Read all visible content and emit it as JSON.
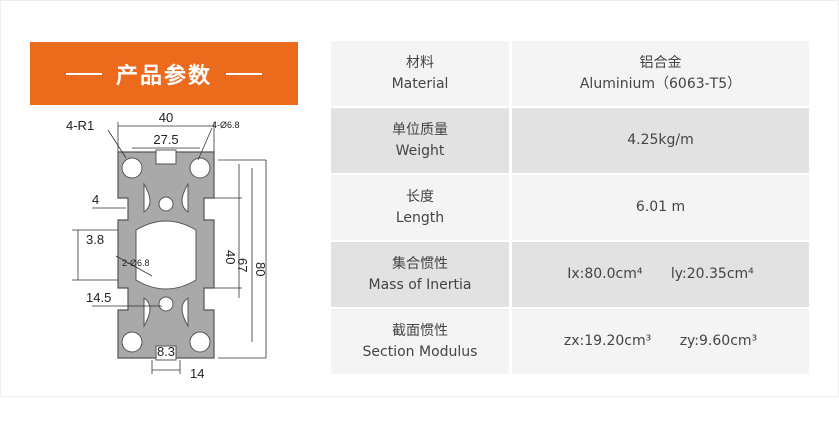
{
  "banner": {
    "title": "产品参数"
  },
  "drawing": {
    "labels": {
      "corner": "4-R1",
      "width_overall": "40",
      "width_inner": "27.5",
      "hole_top": "4-Ø6.8",
      "slot": "4",
      "left_offset": "3.8",
      "hole_mid": "2-Ø6.8",
      "bottom_offset": "14.5",
      "bottom_gap": "8.3",
      "bottom_width": "14",
      "height_inner": "40",
      "height_mid": "67",
      "height_overall": "80"
    }
  },
  "specs": [
    {
      "name_cn": "材料",
      "name_en": "Material",
      "value": "铝合金",
      "value2": "Aluminium（6063-T5）"
    },
    {
      "name_cn": "单位质量",
      "name_en": "Weight",
      "value": "4.25kg/m"
    },
    {
      "name_cn": "长度",
      "name_en": "Length",
      "value": "6.01 m"
    },
    {
      "name_cn": "集合惯性",
      "name_en": "Mass of Inertia",
      "value_a": "Ix:80.0cm⁴",
      "value_b": "ly:20.35cm⁴"
    },
    {
      "name_cn": "截面惯性",
      "name_en": "Section Modulus",
      "value_a": "zx:19.20cm³",
      "value_b": "zy:9.60cm³"
    }
  ]
}
